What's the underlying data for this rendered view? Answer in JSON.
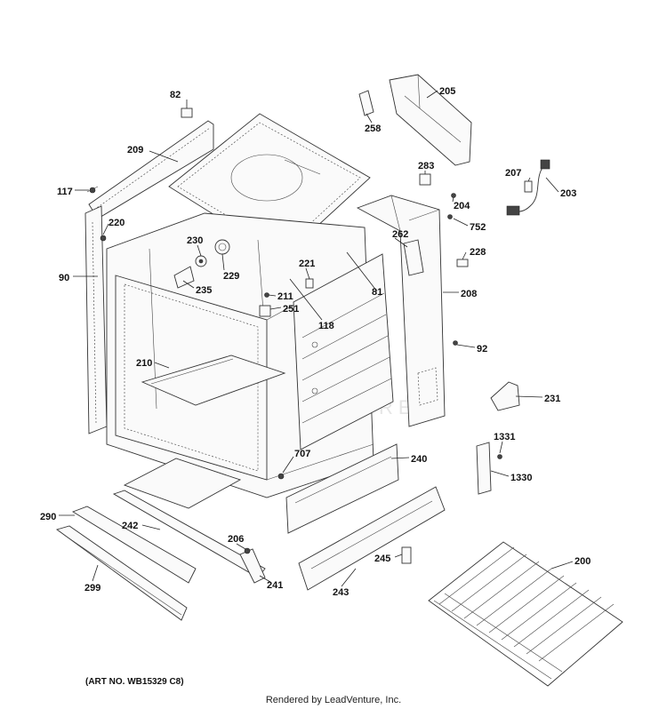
{
  "callouts": {
    "c82": "82",
    "c205": "205",
    "c258": "258",
    "c209": "209",
    "c117": "117",
    "c220": "220",
    "c90": "90",
    "c230": "230",
    "c229": "229",
    "c235": "235",
    "c283": "283",
    "c207": "207",
    "c203": "203",
    "c204": "204",
    "c752": "752",
    "c262": "262",
    "c228": "228",
    "c221": "221",
    "c211": "211",
    "c251": "251",
    "c81": "81",
    "c208": "208",
    "c118": "118",
    "c92": "92",
    "c210": "210",
    "c231": "231",
    "c1331": "1331",
    "c1330": "1330",
    "c707": "707",
    "c240": "240",
    "c290": "290",
    "c242": "242",
    "c206": "206",
    "c245": "245",
    "c200": "200",
    "c299": "299",
    "c241": "241",
    "c243": "243"
  },
  "art_number": "(ART NO. WB15329 C8)",
  "footer": "Rendered by LeadVenture, Inc.",
  "watermark": "LEADVENTURE"
}
